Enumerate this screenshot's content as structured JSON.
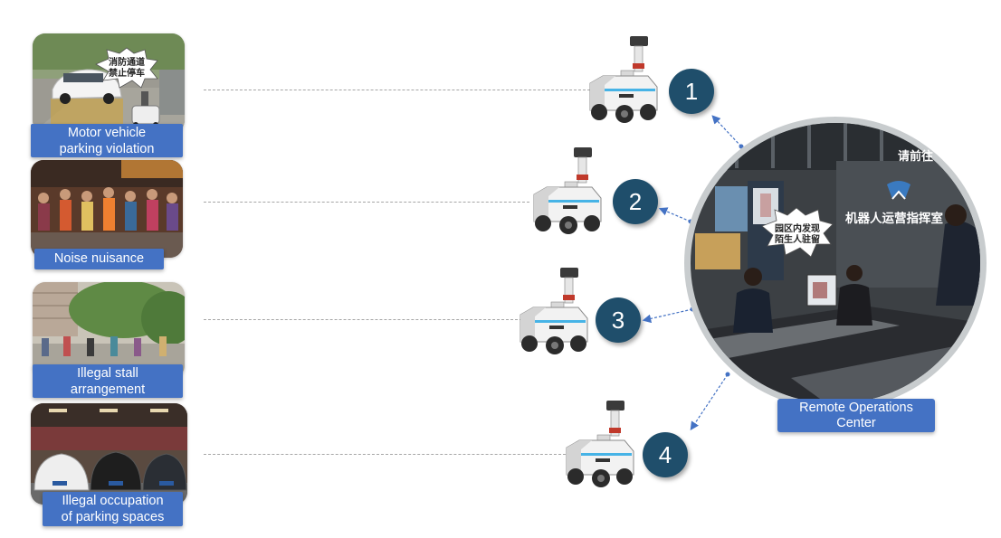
{
  "scenarios": [
    {
      "id": 1,
      "caption": "Motor vehicle\nparking violation",
      "bubble": [
        "消防通道",
        "禁止停车"
      ]
    },
    {
      "id": 2,
      "caption": "Noise nuisance"
    },
    {
      "id": 3,
      "caption": "Illegal stall\narrangement"
    },
    {
      "id": 4,
      "caption": "Illegal occupation\nof parking spaces"
    }
  ],
  "robots": [
    {
      "number": "1"
    },
    {
      "number": "2"
    },
    {
      "number": "3"
    },
    {
      "number": "4"
    }
  ],
  "operations_center": {
    "caption": "Remote Operations\nCenter",
    "wall_sign": "机器人运营指挥室",
    "bubble": [
      "园区内发现",
      "陌生人驻留"
    ],
    "top_sign": "请前往"
  },
  "colors": {
    "caption_bg": "#4472c4",
    "number_circle": "#1f4e6b",
    "connector": "#4472c4"
  }
}
